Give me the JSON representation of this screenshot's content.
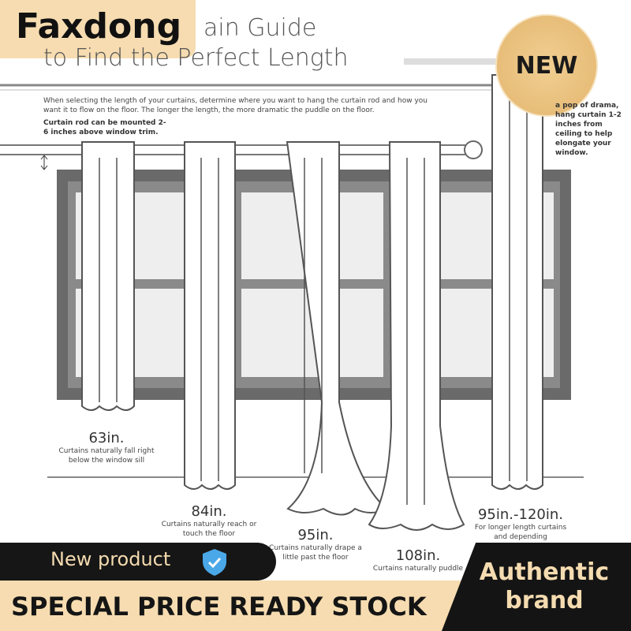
{
  "brand": "Faxdong",
  "badge_new": "NEW",
  "title_line1": "ain Guide",
  "title_line2": "to Find the Perfect Length",
  "intro": "When selecting the length of your curtains, determine where you want to hang the curtain rod and how you want it to flow on the floor. The longer the length, the more dramatic the puddle on the floor.",
  "rod_note": "Curtain rod can be mounted 2-6 inches above window trim.",
  "side_note": "a pop of drama, hang curtain 1-2 inches from ceiling to help elongate your window.",
  "lengths": [
    {
      "size": "63in.",
      "desc": "Curtains naturally fall right below the window sill"
    },
    {
      "size": "84in.",
      "desc": "Curtains naturally reach or touch the floor"
    },
    {
      "size": "95in.",
      "desc": "Curtains naturally drape a little past the floor"
    },
    {
      "size": "108in.",
      "desc": "Curtains naturally puddle"
    },
    {
      "size": "95in.-120in.",
      "desc": "For longer length curtains and depending"
    }
  ],
  "banner_new_product": "New product",
  "banner_special": "SPECIAL PRICE READY STOCK",
  "banner_authentic": "Authentic brand",
  "colors": {
    "beige": "#f6dcb0",
    "gold": "#e3b56e",
    "dark": "#141414",
    "frame": "#666666"
  }
}
